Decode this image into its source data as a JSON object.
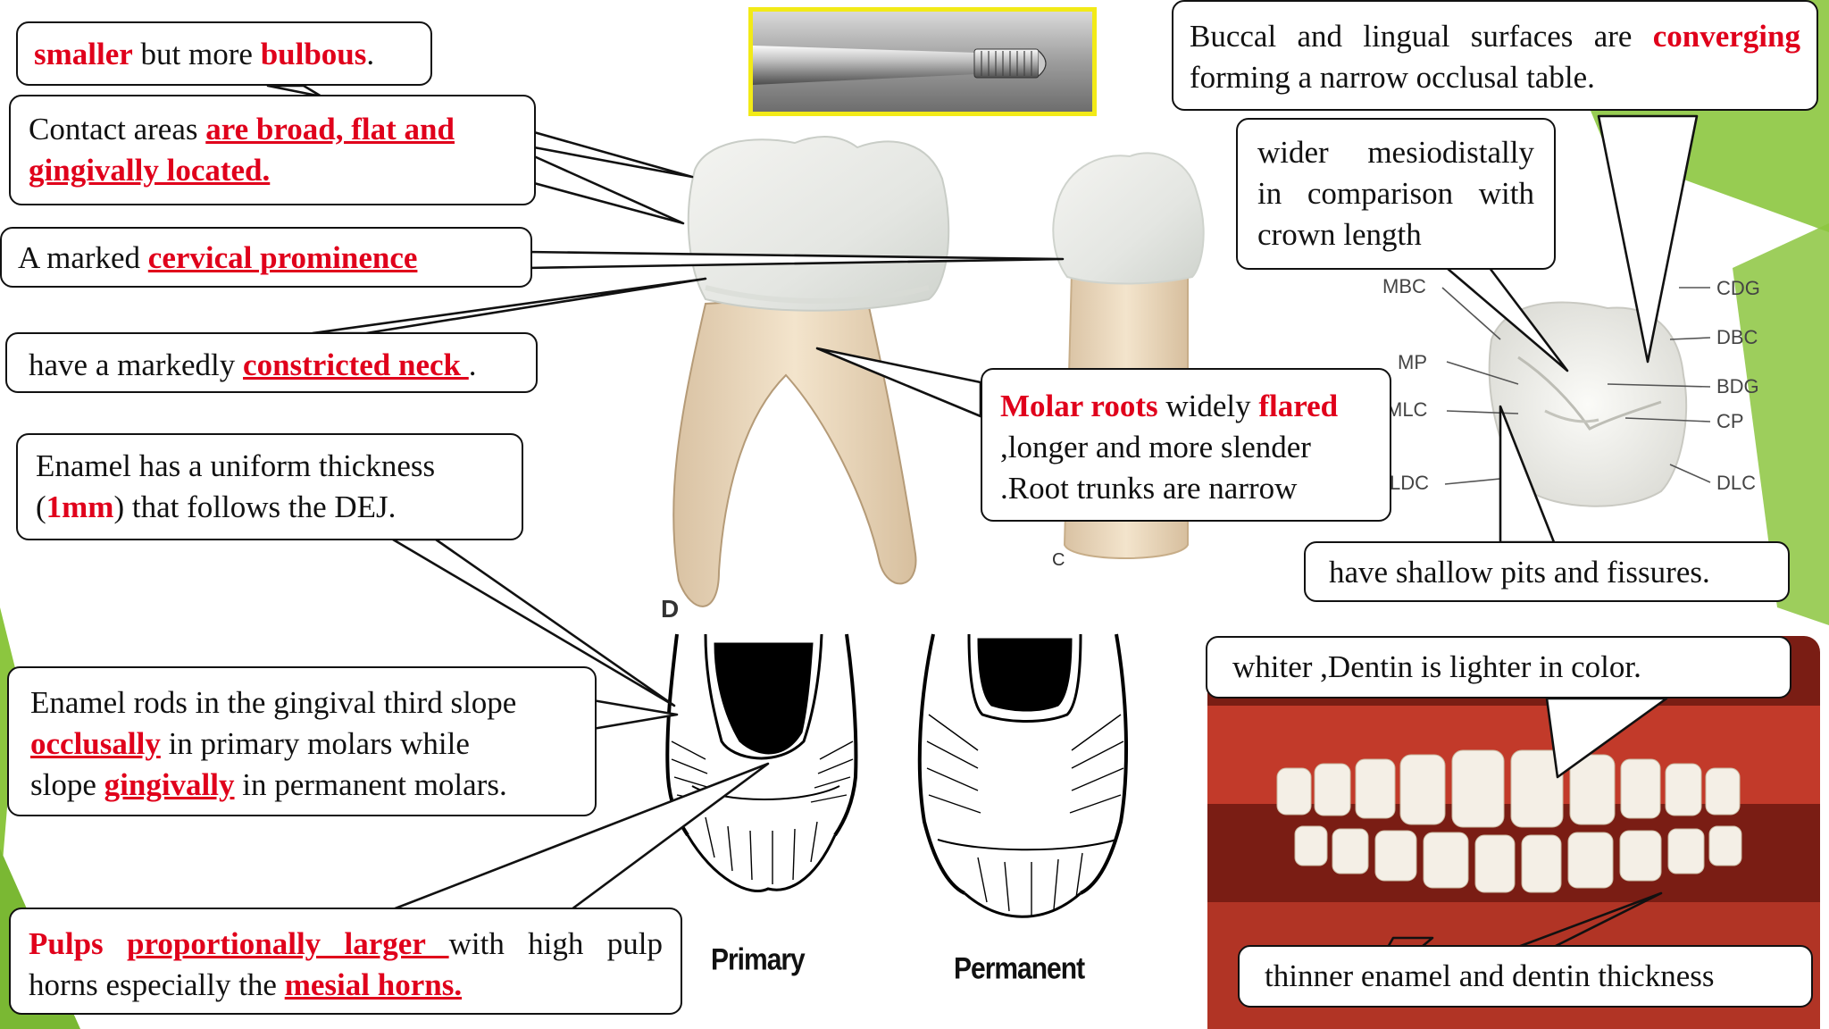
{
  "colors": {
    "accent_red": "#e0001b",
    "slide_green": "#8cc63f",
    "frame_yellow": "#f2ea17"
  },
  "callouts": {
    "c1": {
      "r1": "smaller",
      "t1": " but more ",
      "r2": "bulbous",
      "t2": "."
    },
    "c2": {
      "t1": "Contact areas ",
      "u1": "are broad, flat and",
      "u2": "gingivally located."
    },
    "c3": {
      "t1": "A marked ",
      "u1": "cervical prominence"
    },
    "c4": {
      "t1": "have a markedly ",
      "u1": "constricted neck ",
      "t2": "."
    },
    "c5": {
      "l1": "Enamel has a uniform thickness",
      "t1": "(",
      "r1": "1mm",
      "t2": ") that follows the DEJ."
    },
    "c6": {
      "l1": "Enamel rods in the gingival third slope",
      "u1": "occlusally",
      "t1": " in primary molars while",
      "t2": "slope ",
      "u2": "gingivally",
      "t3": " in permanent molars."
    },
    "c7": {
      "r1": "Pulps",
      "u1": "proportionally larger ",
      "t1": "with high pulp",
      "t2": "horns especially the ",
      "u2": "mesial horns."
    },
    "c8": {
      "r1": "Molar roots",
      "t1": " widely ",
      "r2": "flared",
      "l2": ",longer and more slender",
      "l3": ".Root trunks are narrow"
    },
    "c9": {
      "l1a": "Buccal and lingual surfaces are ",
      "r1": "converging",
      "l2": "forming a narrow occlusal table."
    },
    "c10": {
      "l1": "wider mesiodistally",
      "l2": "in comparison with",
      "l3": "crown length"
    },
    "c11": {
      "t1": "have shallow pits and fissures."
    },
    "c12": {
      "t1": "whiter  ,Dentin is lighter in color."
    },
    "c13": {
      "t1": "thinner enamel and dentin thickness"
    }
  },
  "occlusal_labels": [
    "MBC",
    "MP",
    "MLC",
    "LDC",
    "CDG",
    "DBC",
    "BDG",
    "CP",
    "DLC"
  ],
  "figure_letters": {
    "d": "D",
    "c": "C"
  },
  "section_captions": {
    "primary": "Primary",
    "permanent": "Permanent"
  }
}
